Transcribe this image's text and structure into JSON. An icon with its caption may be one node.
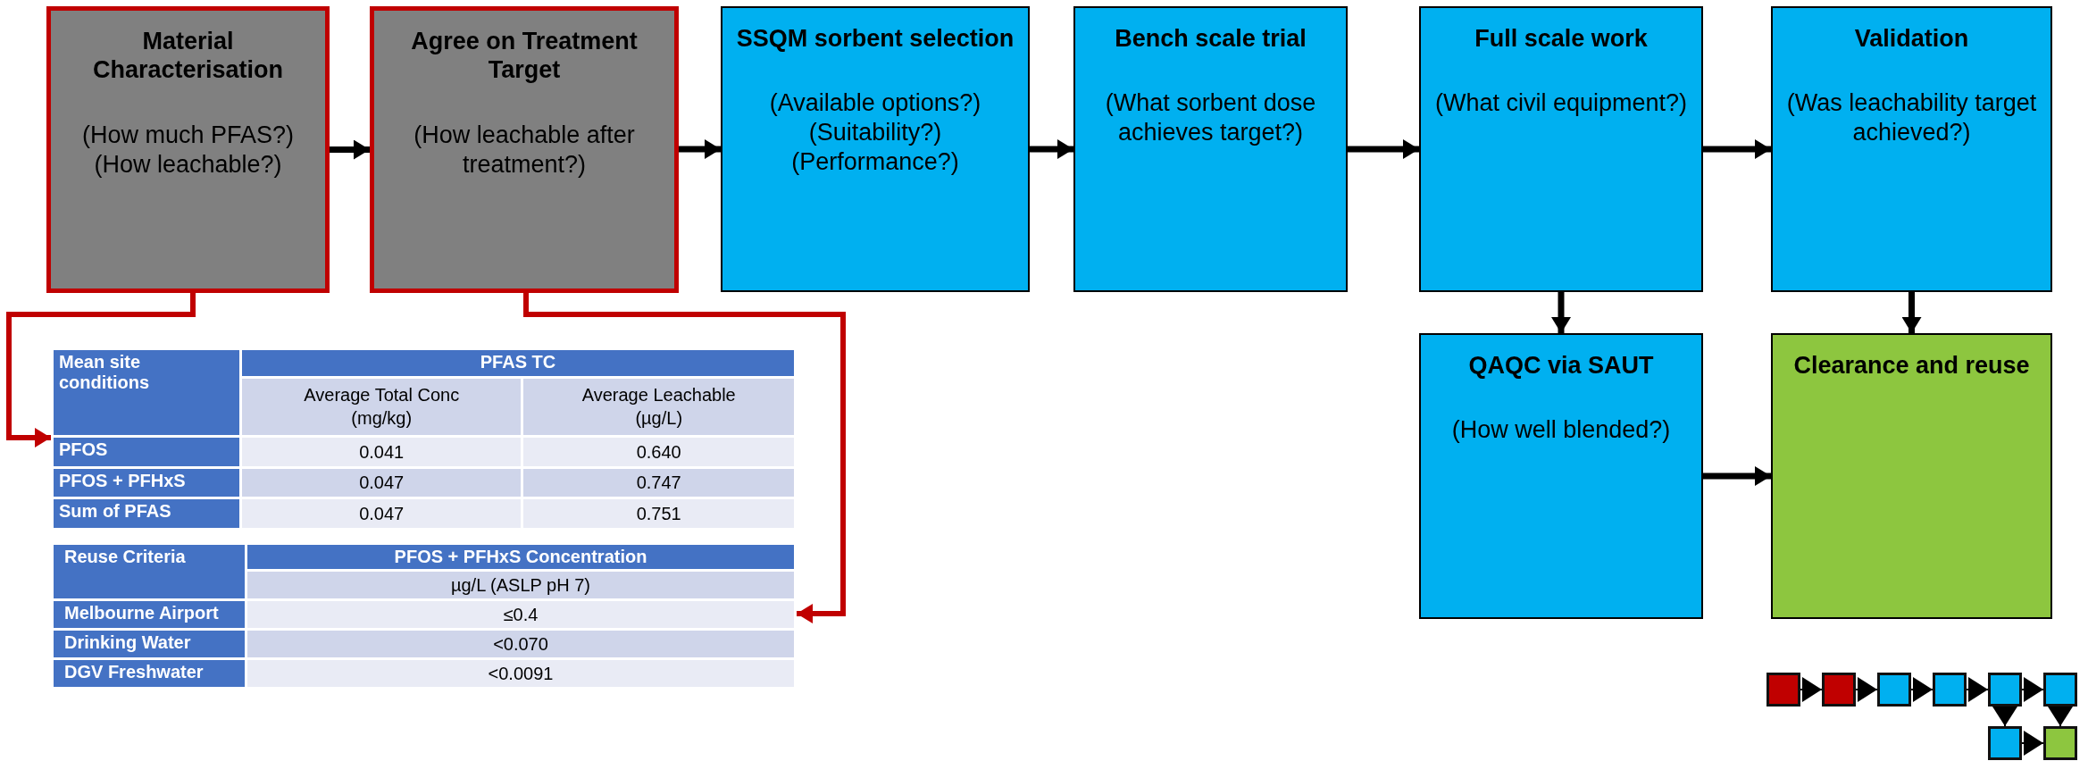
{
  "diagram": {
    "nodes": [
      {
        "text": [
          "Material Characterisation",
          "(How much PFAS?)",
          "(How leachable?)"
        ]
      },
      {
        "text": [
          "Agree on Treatment Target",
          "(How leachable after treatment?)"
        ]
      },
      {
        "text": [
          "SSQM sorbent selection",
          "(Available options?)",
          "(Suitability?)",
          "(Performance?)"
        ]
      },
      {
        "text": [
          "Bench scale trial",
          "(What sorbent dose achieves target?)"
        ]
      },
      {
        "text": [
          "Full scale work",
          "(What civil equipment?)"
        ]
      },
      {
        "text": [
          "Validation",
          "(Was leachability target achieved?)"
        ]
      },
      {
        "text": [
          "QAQC via SAUT",
          "(How well blended?)"
        ]
      },
      {
        "text": [
          "Clearance and reuse"
        ]
      },
      {
        "text": [],
        "shape": "table"
      },
      {
        "text": [],
        "shape": "table"
      },
      {
        "text": [],
        "shape": "box"
      },
      {
        "text": [],
        "shape": "box"
      },
      {
        "text": [],
        "shape": "box"
      },
      {
        "text": [],
        "shape": "box"
      },
      {
        "text": [],
        "shape": "box"
      },
      {
        "text": [],
        "shape": "box"
      },
      {
        "text": [],
        "shape": "box"
      },
      {
        "text": [],
        "shape": "box"
      }
    ],
    "edges": [
      {
        "from": 0,
        "to": 1,
        "arrow": "to"
      },
      {
        "from": 1,
        "to": 2,
        "arrow": "to"
      },
      {
        "from": 2,
        "to": 3,
        "arrow": "to"
      },
      {
        "from": 3,
        "to": 4,
        "arrow": "to"
      },
      {
        "from": 4,
        "to": 5,
        "arrow": "to"
      },
      {
        "from": 4,
        "to": 6,
        "arrow": "to"
      },
      {
        "from": 5,
        "to": 7,
        "arrow": "to"
      },
      {
        "from": 6,
        "to": 7,
        "arrow": "to"
      },
      {
        "from": 0,
        "to": 8,
        "arrow": "to",
        "color": "#c00000"
      },
      {
        "from": 1,
        "to": 9,
        "arrow": "to",
        "color": "#c00000"
      },
      {
        "from": 10,
        "to": 11,
        "arrow": "to"
      },
      {
        "from": 11,
        "to": 12,
        "arrow": "to"
      },
      {
        "from": 12,
        "to": 13,
        "arrow": "to"
      },
      {
        "from": 13,
        "to": 14,
        "arrow": "to"
      },
      {
        "from": 14,
        "to": 15,
        "arrow": "to"
      },
      {
        "from": 14,
        "to": 16,
        "arrow": "to"
      },
      {
        "from": 15,
        "to": 17,
        "arrow": "to"
      },
      {
        "from": 16,
        "to": 17,
        "arrow": "to"
      }
    ],
    "labels": [
      "Mean site conditions",
      "PFAS TC",
      "Average Total Conc (mg/kg)",
      "Average Leachable (µg/L)",
      "PFOS",
      "0.041",
      "0.640",
      "PFOS + PFHxS",
      "0.047",
      "0.747",
      "Sum of PFAS",
      "0.047",
      "0.751",
      "Reuse Criteria",
      "PFOS + PFHxS Concentration",
      "µg/L (ASLP pH 7)",
      "Melbourne Airport",
      "≤0.4",
      "Drinking Water",
      "<0.070",
      "DGV Freshwater",
      "<0.0091"
    ]
  }
}
